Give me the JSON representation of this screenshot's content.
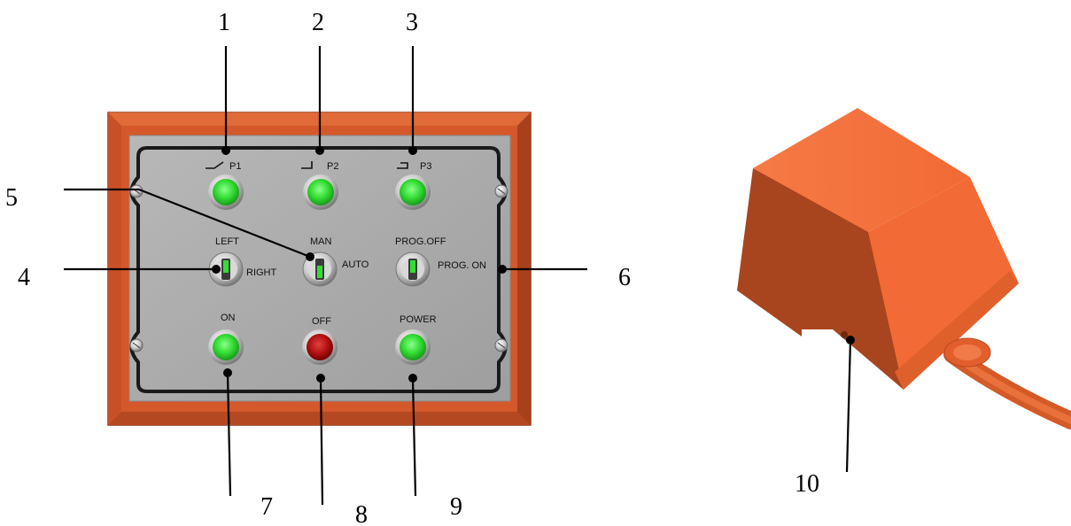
{
  "callouts": [
    "1",
    "2",
    "3",
    "4",
    "5",
    "6",
    "7",
    "8",
    "9",
    "10"
  ],
  "panel": {
    "pilot_labels": [
      "P1",
      "P2",
      "P3"
    ],
    "switch_labels": {
      "left": "LEFT",
      "right": "RIGHT",
      "man": "MAN",
      "auto": "AUTO",
      "prog_off": "PROG.OFF",
      "prog_on": "PROG. ON"
    },
    "button_labels": {
      "on": "ON",
      "off": "OFF",
      "power": "POWER"
    }
  },
  "colors": {
    "frame": "#d4582a",
    "frame_dark": "#a8401c",
    "plate": "#a9a9a9",
    "lamp_green": "#33dd33",
    "lamp_red": "#b01010",
    "pedal": "#f26a35"
  },
  "icons": [
    "screw-icon",
    "toggle-switch-icon",
    "pilot-lamp-icon"
  ]
}
